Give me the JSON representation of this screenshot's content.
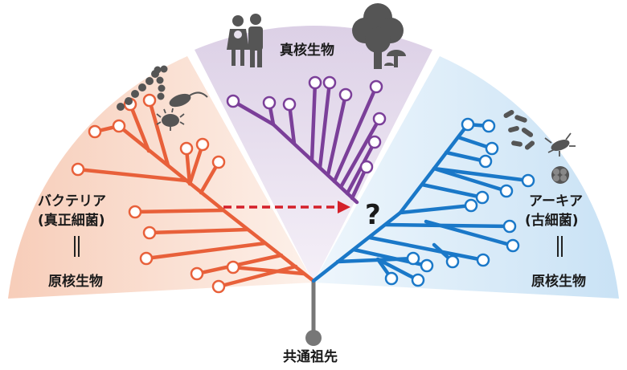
{
  "labels": {
    "eukaryote": "真核生物",
    "bacteria_line1": "バクテリア",
    "bacteria_line2": "(真正細菌)",
    "archaea_line1": "アーキア",
    "archaea_line2": "(古細菌)",
    "prokaryote_left": "原核生物",
    "prokaryote_right": "原核生物",
    "common_ancestor": "共通祖先",
    "question_mark": "?"
  },
  "colors": {
    "bacteria": "#e8603a",
    "eukaryote": "#7b3f99",
    "archaea": "#1a78c8",
    "trunk": "#777777",
    "transfer_arrow": "#d4202a",
    "icon_gray": "#555555"
  },
  "icons": [
    "bacteria-cluster-icon",
    "family-icon",
    "tree-mushroom-icon",
    "archaea-cluster-icon"
  ]
}
